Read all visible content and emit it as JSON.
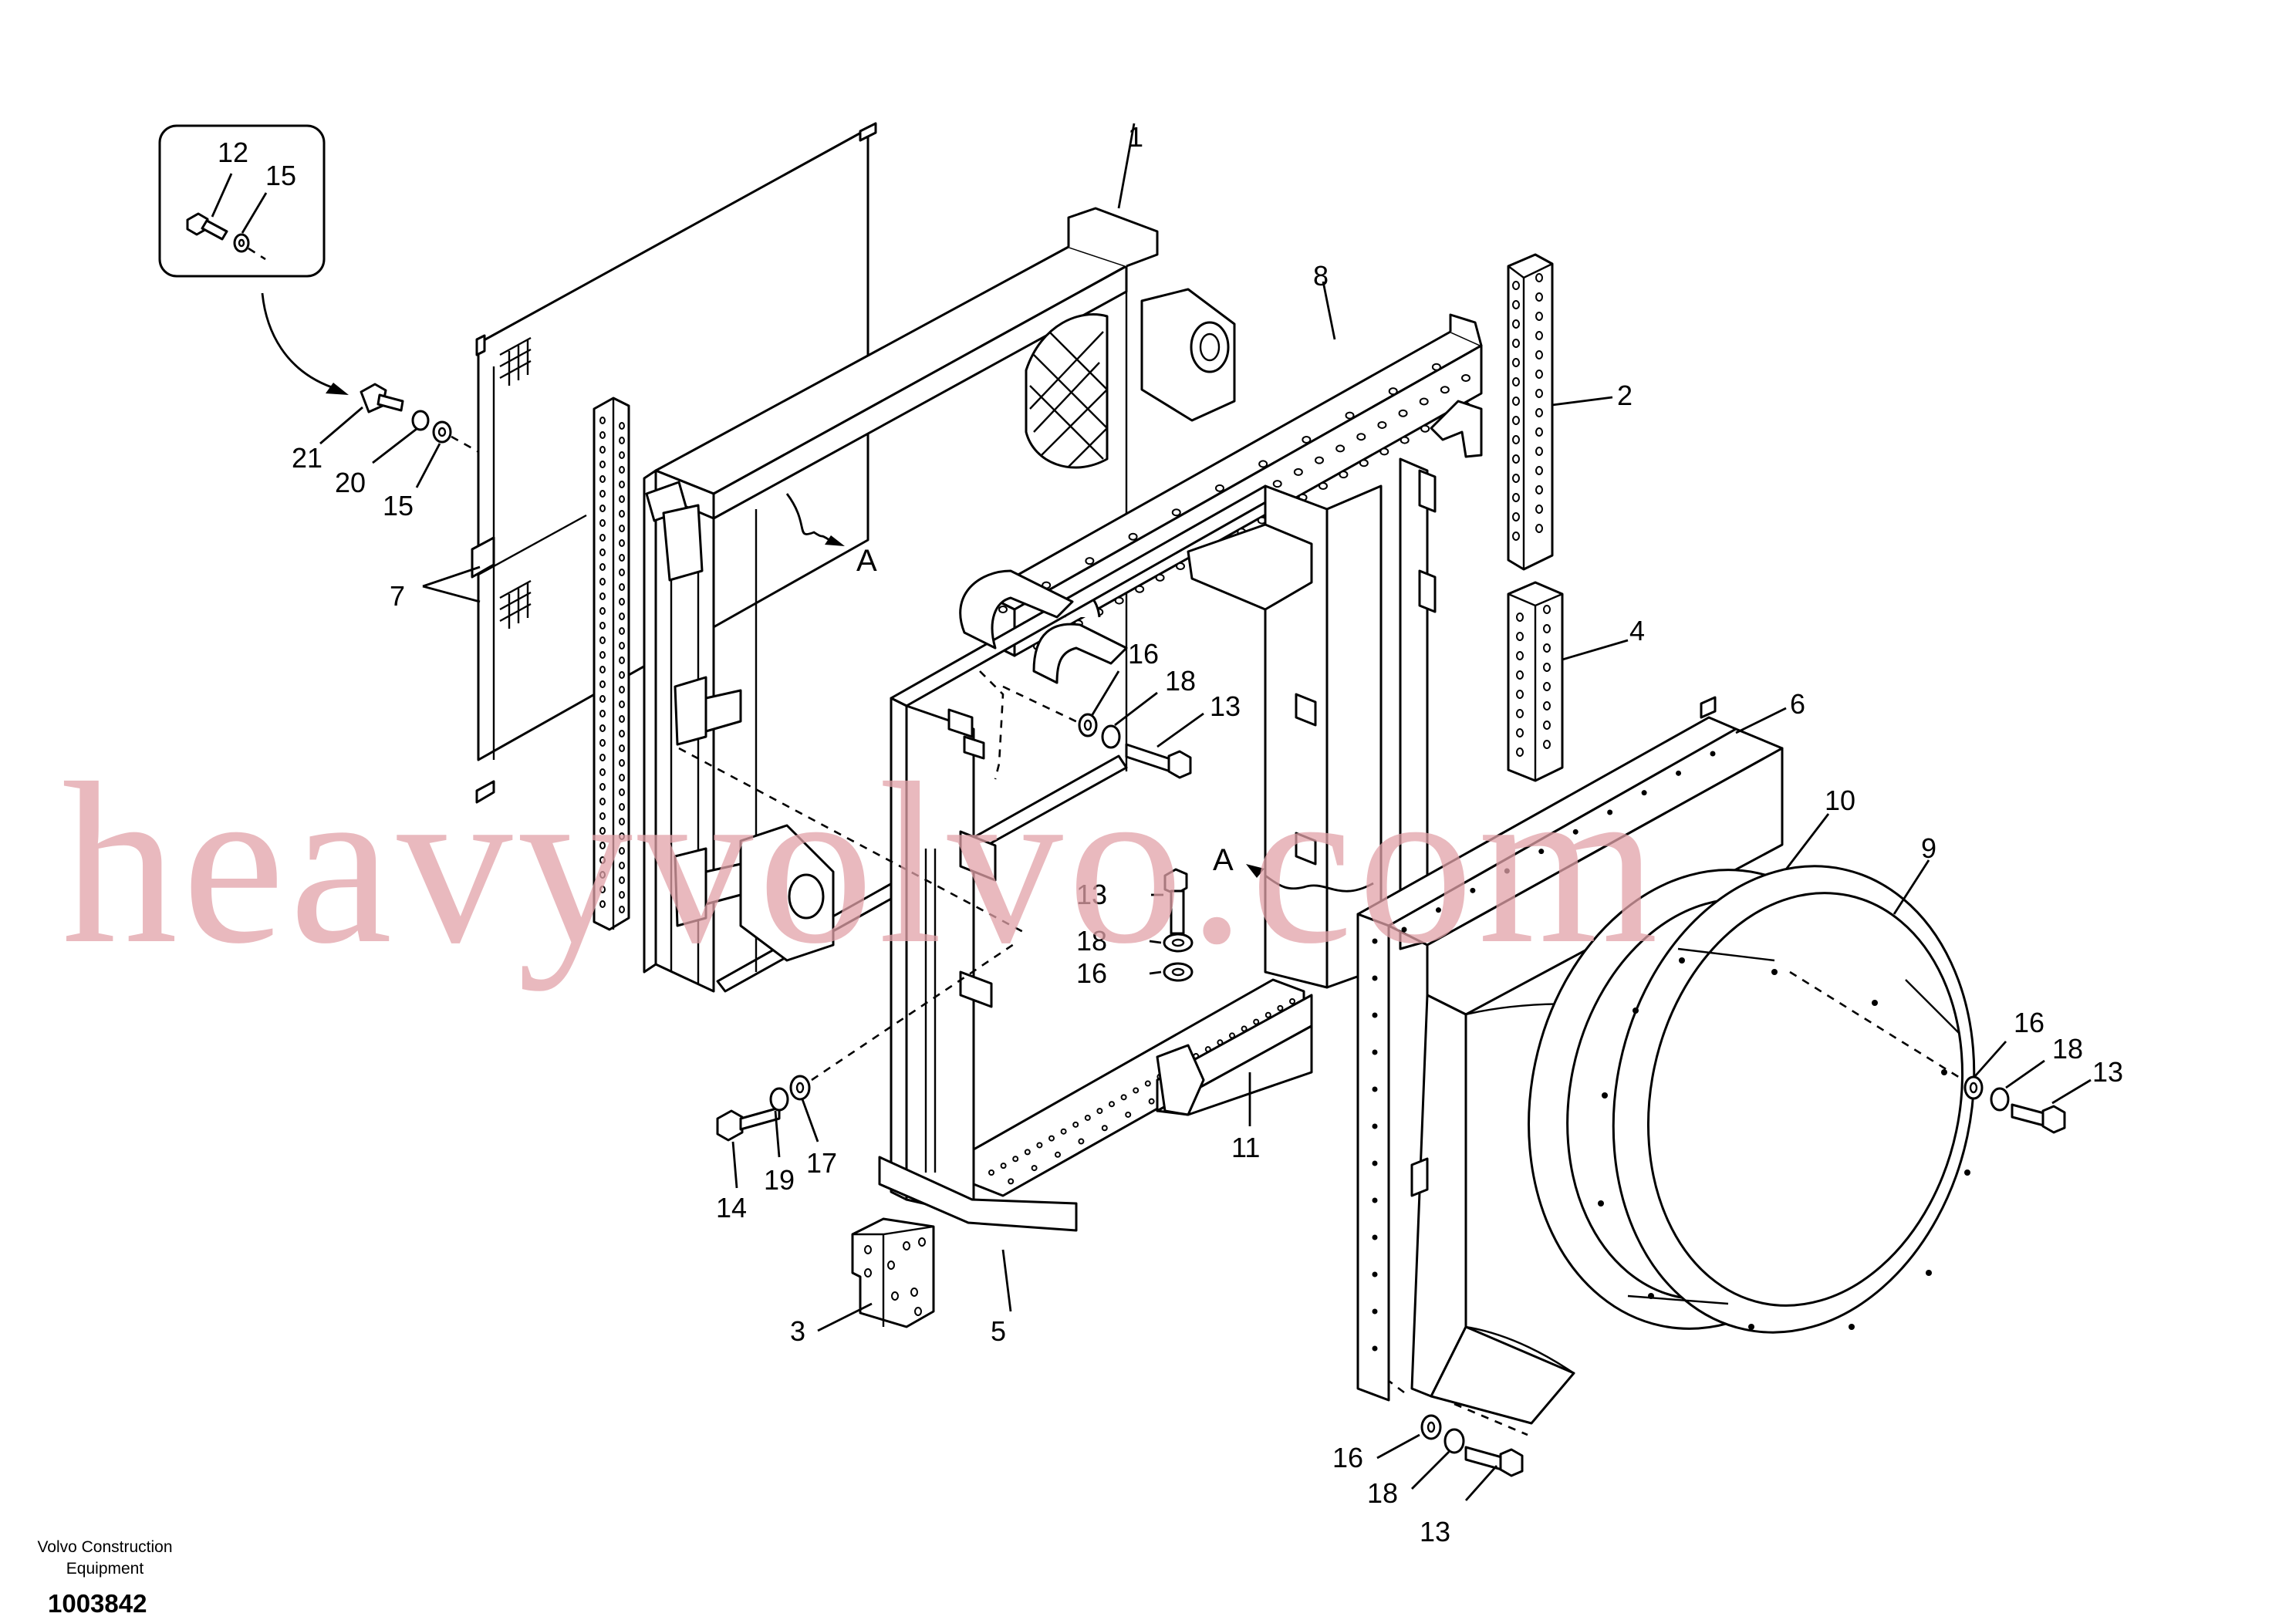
{
  "watermark": "heavyvolvo.com",
  "footer": {
    "company_line1": "Volvo Construction",
    "company_line2": "Equipment",
    "drawing_number": "1003842"
  },
  "view_marker": "A",
  "callouts": {
    "c1": "1",
    "c2": "2",
    "c3": "3",
    "c4": "4",
    "c5": "5",
    "c6": "6",
    "c7": "7",
    "c8": "8",
    "c9": "9",
    "c10": "10",
    "c11": "11",
    "c12": "12",
    "c13": "13",
    "c14": "14",
    "c15": "15",
    "c16": "16",
    "c17": "17",
    "c18": "18",
    "c19": "19",
    "c20": "20",
    "c21": "21"
  },
  "colors": {
    "line": "#000000",
    "watermark": "#e2a1a8",
    "background": "#ffffff"
  }
}
